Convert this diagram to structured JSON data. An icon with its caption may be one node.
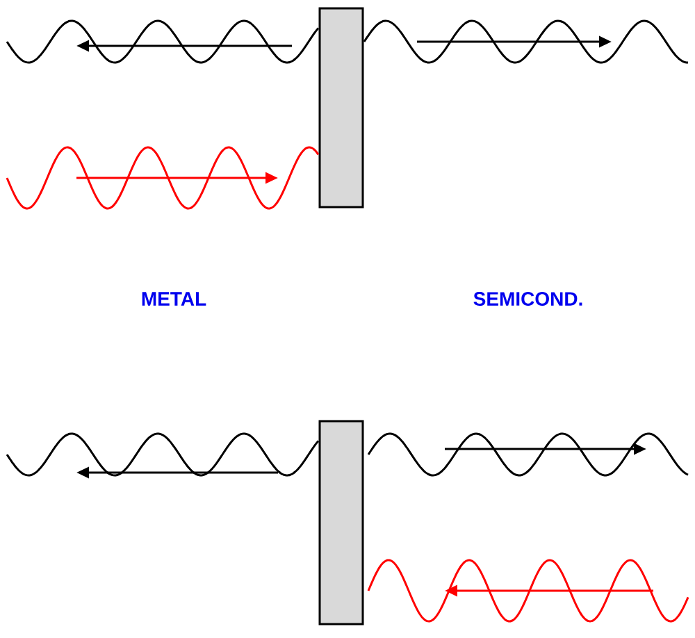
{
  "diagram": {
    "nodes": [
      {
        "text": [],
        "shape": "box"
      },
      {
        "text": [],
        "shape": "box"
      }
    ],
    "labels": [
      "METAL",
      "SEMICOND."
    ]
  }
}
